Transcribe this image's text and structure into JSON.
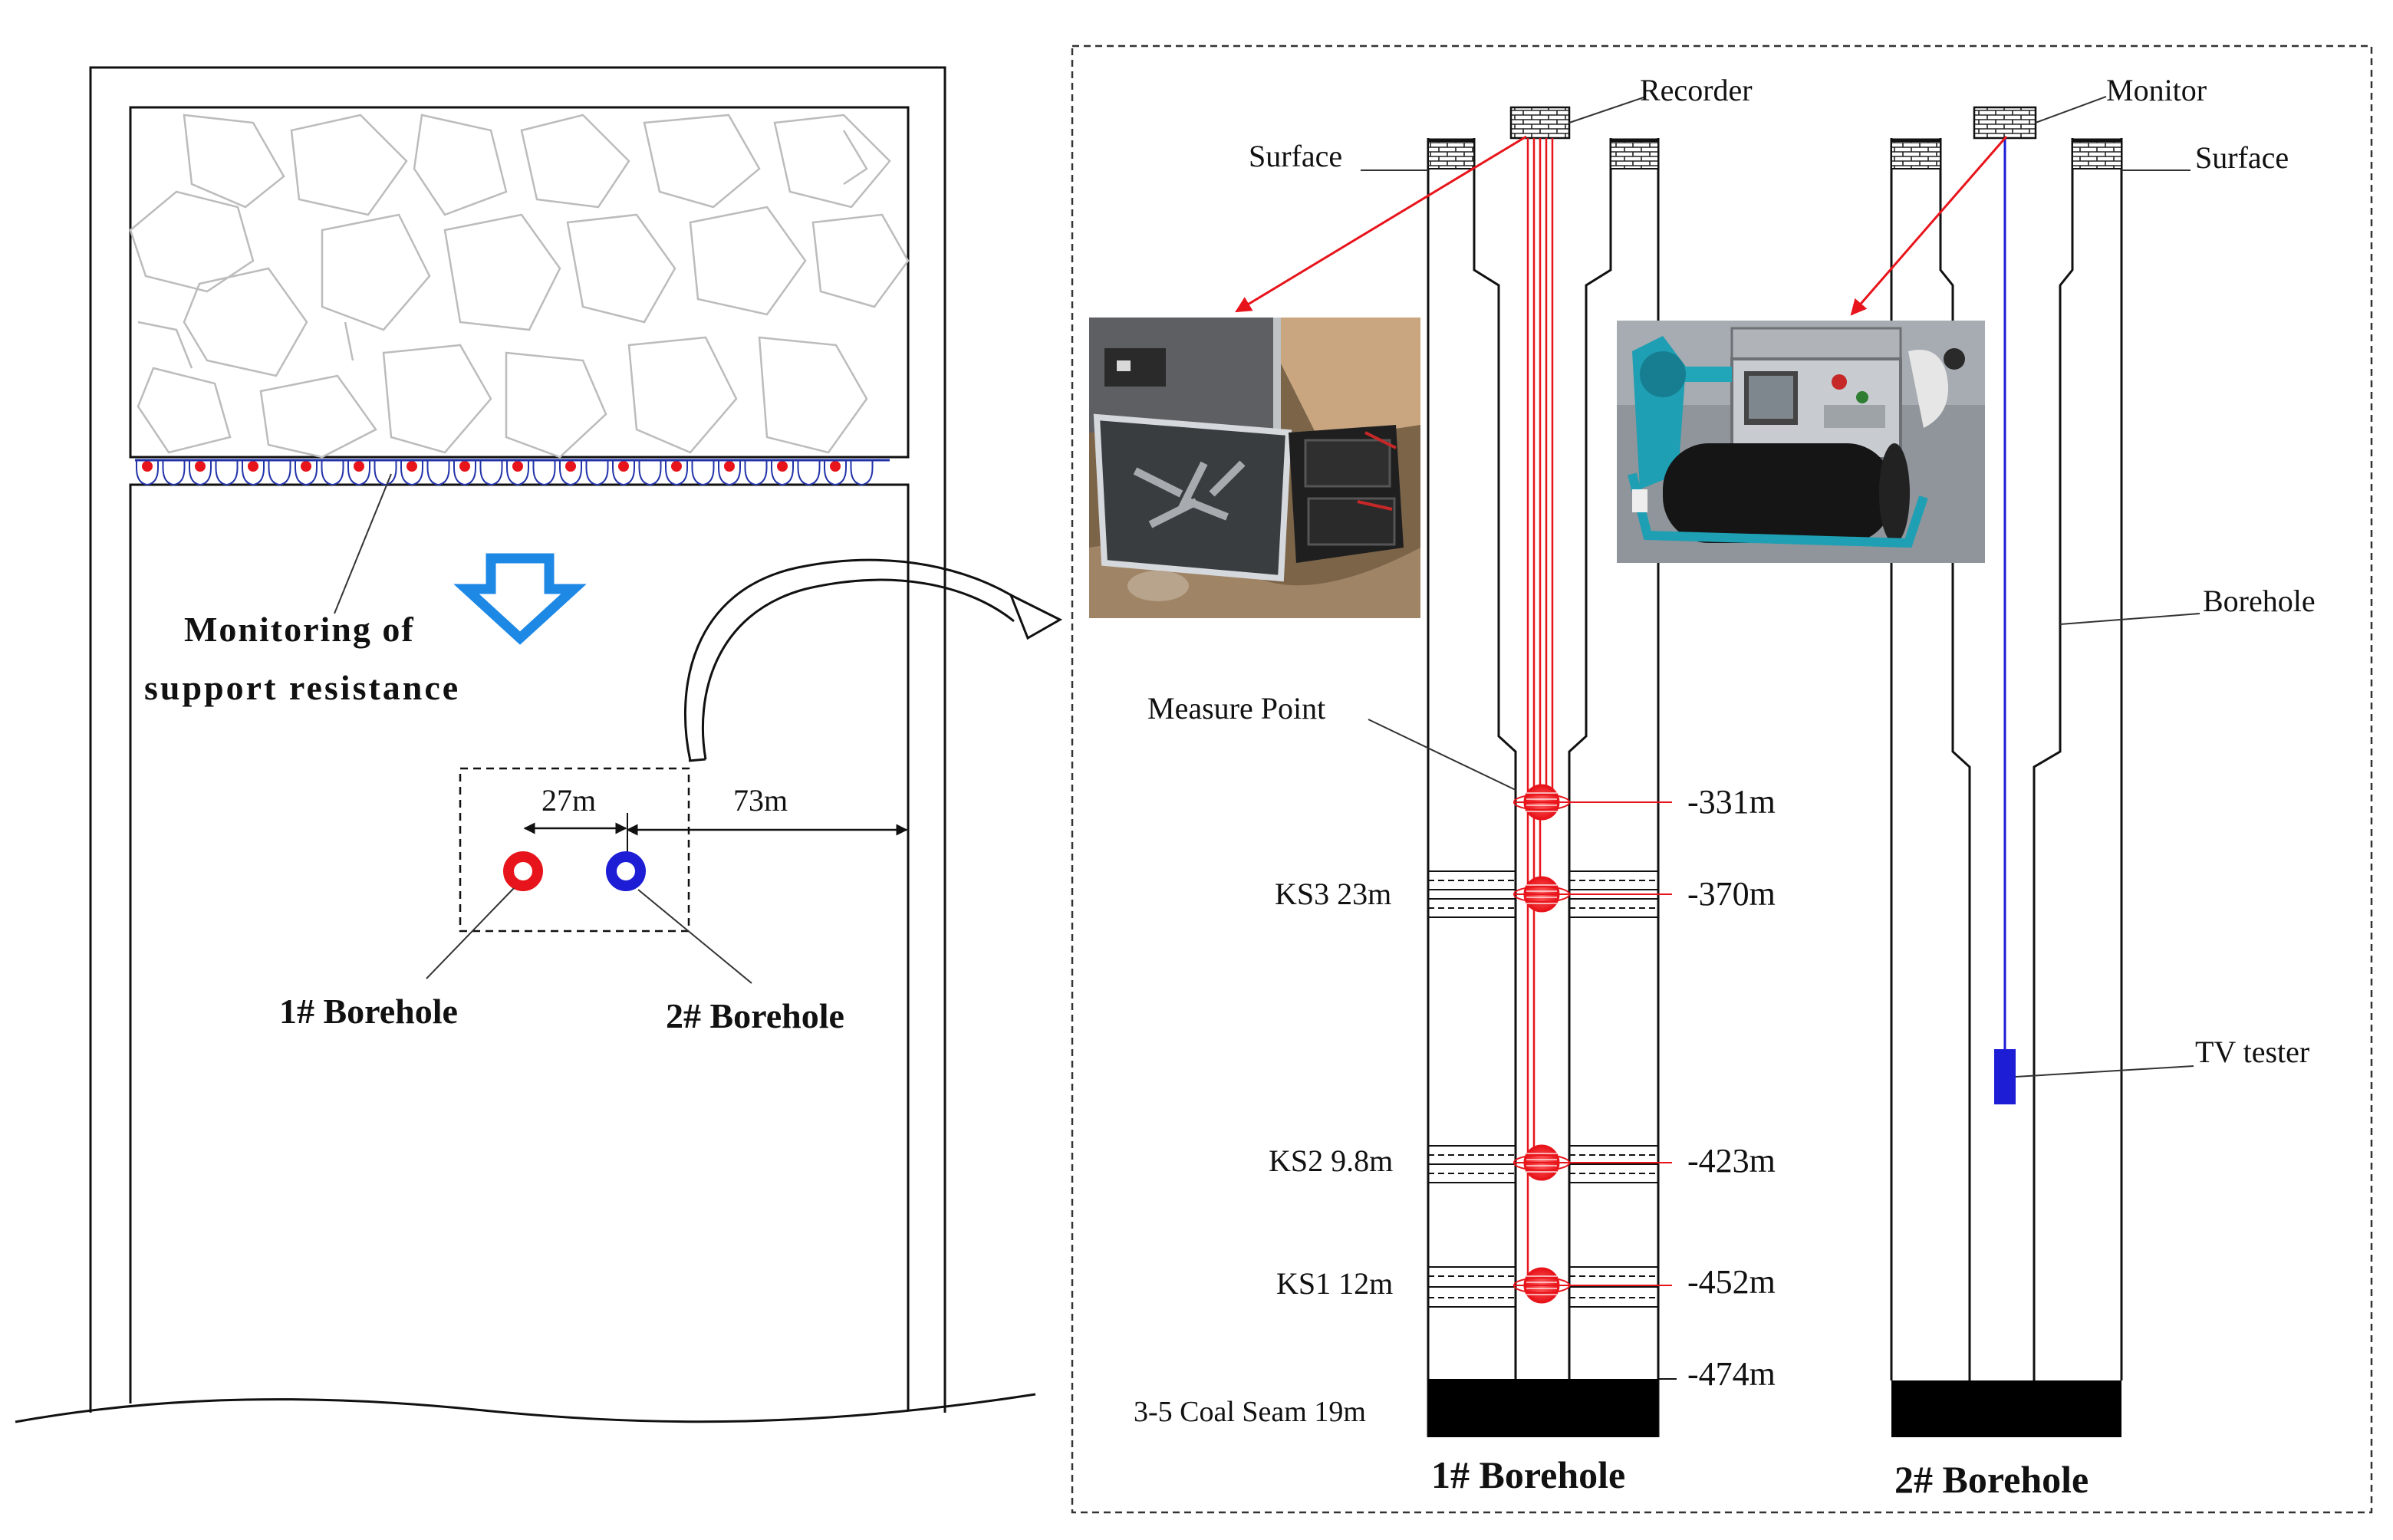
{
  "left_panel": {
    "monitoring_label_line1": "Monitoring of",
    "monitoring_label_line2": "support resistance",
    "dim_27": "27m",
    "dim_73": "73m",
    "borehole1_label": "1# Borehole",
    "borehole2_label": "2# Borehole"
  },
  "borehole1": {
    "title": "1# Borehole",
    "recorder_label": "Recorder",
    "surface_label": "Surface",
    "measure_point_label": "Measure Point",
    "depths": [
      "-331m",
      "-370m",
      "-423m",
      "-452m",
      "-474m"
    ],
    "strata": [
      "KS3 23m",
      "KS2 9.8m",
      "KS1 12m"
    ],
    "coal_label": "3-5 Coal Seam 19m"
  },
  "borehole2": {
    "title": "2# Borehole",
    "monitor_label": "Monitor",
    "surface_label": "Surface",
    "borehole_label": "Borehole",
    "tv_label": "TV tester"
  },
  "colors": {
    "red": "#e8141b",
    "blue": "#1d1dd6",
    "arrow_blue": "#1e88e5",
    "coal": "#000000",
    "rock": "#c0c0c0"
  }
}
